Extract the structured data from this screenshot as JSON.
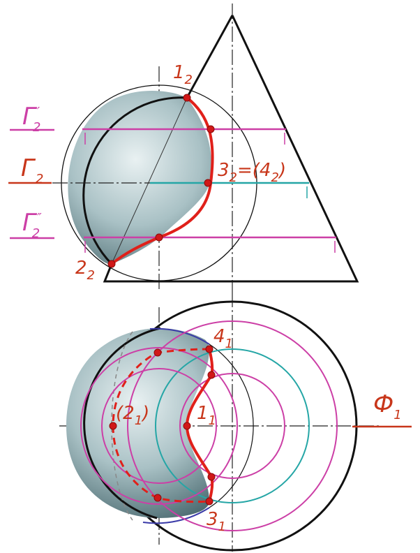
{
  "labels": {
    "gamma_prime": {
      "main": "Г",
      "sub": "2",
      "sup": "′"
    },
    "gamma": {
      "main": "Г",
      "sub": "2"
    },
    "gamma_dprime": {
      "main": "Г",
      "sub": "2",
      "sup": "″"
    },
    "phi": {
      "main": "Ф",
      "sub": "1"
    },
    "p1_2": {
      "main": "1",
      "sub": "2"
    },
    "p2_2": {
      "main": "2",
      "sub": "2"
    },
    "p3_2_left": {
      "main": "3",
      "sub": "2"
    },
    "p3_2_mid": "=(4",
    "p3_2_sub2": "2",
    "p3_2_close": ")",
    "p4_1": {
      "main": "4",
      "sub": "1"
    },
    "p1_1": {
      "main": "1",
      "sub": "1"
    },
    "p3_1": {
      "main": "3",
      "sub": "1"
    },
    "p2_1_open": "(2",
    "p2_1_sub": "1",
    "p2_1_close": ")"
  },
  "colors": {
    "outline": "#111111",
    "intersection": "#e0201a",
    "point_fill": "#d01818",
    "magenta": "#cc3fa6",
    "teal": "#25a6a6",
    "label": "#c8361a",
    "axis": "#222222",
    "hidden_outline": "#3a3aa8"
  }
}
